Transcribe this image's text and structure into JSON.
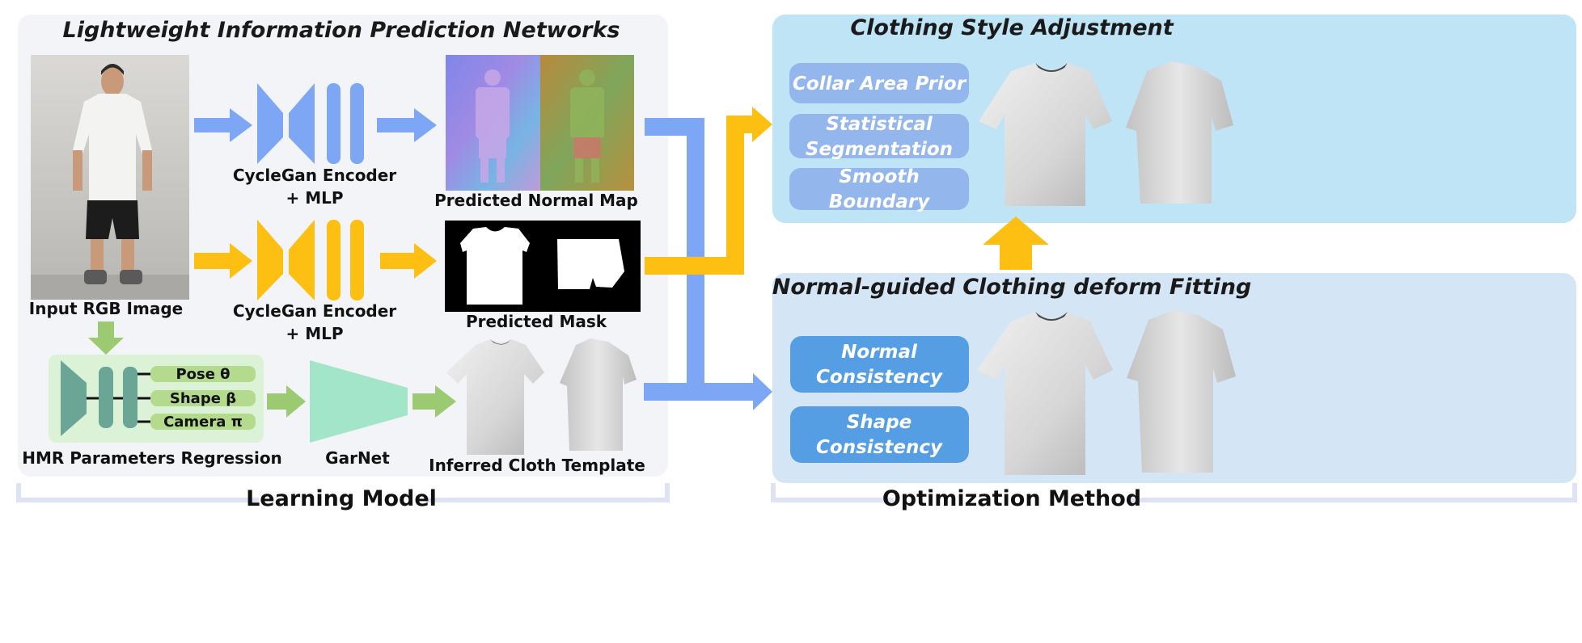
{
  "colors": {
    "blue_arrow": "#7da7f5",
    "orange_arrow": "#fdbf12",
    "green_arrow": "#9cca72",
    "left_panel": "#f2f4f7",
    "style_panel": "#bfe4f6",
    "fitting_panel": "#d4e6f6",
    "prior_box": "#93b6ec",
    "consistency_box": "#569ee4",
    "hmr_encoder": "#6aa596",
    "hmr_panel": "#dcf2d6",
    "hmr_param": "#b4da8e",
    "garnet": "#a3e5c8",
    "bracket": "#dde3f3"
  },
  "left_panel": {
    "title": "Lightweight Information Prediction Networks",
    "input_label": "Input RGB Image",
    "encoder_label_top_1": "CycleGan Encoder",
    "encoder_label_top_2": "+ MLP",
    "encoder_label_bottom_1": "CycleGan Encoder",
    "encoder_label_bottom_2": "+ MLP",
    "normal_map_label": "Predicted Normal Map",
    "mask_label": "Predicted Mask",
    "hmr": {
      "pose": "Pose  θ",
      "shape": "Shape  β",
      "camera": "Camera  π",
      "label": "HMR Parameters Regression"
    },
    "garnet_label": "GarNet",
    "template_label": "Inferred Cloth Template"
  },
  "style_panel": {
    "title": "Clothing Style Adjustment",
    "box1": "Collar Area Prior",
    "box2_line1": "Statistical",
    "box2_line2": "Segmentation",
    "box3_line1": "Smooth",
    "box3_line2": "Boundary"
  },
  "fitting_panel": {
    "title": "Normal-guided Clothing deform Fitting",
    "box1_line1": "Normal",
    "box1_line2": "Consistency",
    "box2_line1": "Shape",
    "box2_line2": "Consistency"
  },
  "footer": {
    "learning": "Learning Model",
    "optimization": "Optimization Method"
  }
}
